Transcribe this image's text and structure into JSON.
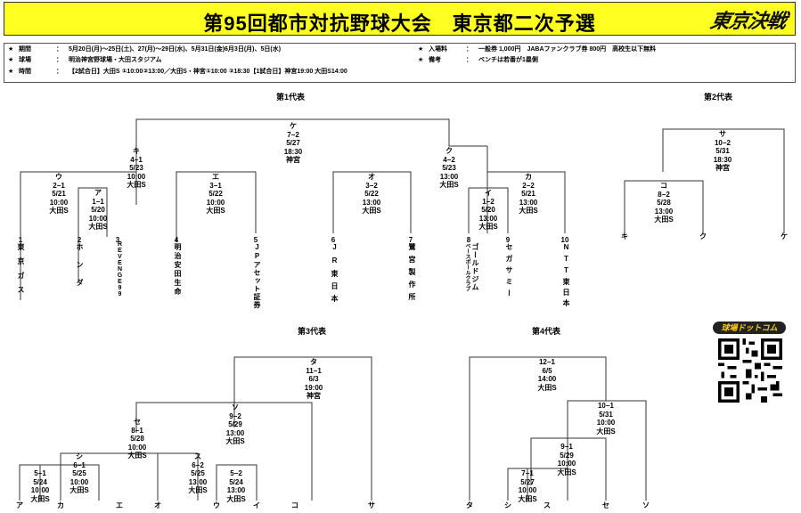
{
  "header": {
    "title": "第95回都市対抗野球大会　東京都二次予選",
    "logo_text": "東京決戦"
  },
  "info": {
    "period_label": "期間",
    "period_value": "5月20日(月)～25日(土)、27(月)～29日(水)、5月31日(金)6月3日(月)、5日(水)",
    "venue_label": "球場",
    "venue_value": "明治神宮野球場・大田スタジアム",
    "time_label": "時間",
    "time_value": "【2試合日】大田S ①10:00②13:00／大田S・神宮①10:00 ②18:30【1試合日】神宮19:00 大田S14:00",
    "admission_label": "入場料",
    "admission_value": "一般券 1,000円　JABAファンクラブ券 800円　高校生以下無料",
    "notes_label": "備考",
    "notes_value": "ベンチは若番が1塁側",
    "star": "★",
    "colon": "："
  },
  "sections": {
    "first": "第1代表",
    "second": "第2代表",
    "third": "第3代表",
    "fourth": "第4代表"
  },
  "teams_b1": [
    "1",
    "東京ガス",
    "2",
    "ホンダ",
    "3",
    "REVENGE99",
    "4",
    "明治安田生命",
    "5",
    "JPアセット証券",
    "6",
    "JR東日本",
    "7",
    "鷺宮製作所",
    "8",
    "ゴールドジム",
    "ベースボールクラブ",
    "9",
    "セガサミー",
    "10",
    "NTT東日本"
  ],
  "teams_b2": [
    "キ",
    "ク",
    "ケ"
  ],
  "teams_b3": [
    "ア",
    "カ",
    "エ",
    "オ",
    "ウ",
    "イ",
    "コ",
    "サ"
  ],
  "teams_b4": [
    "タ",
    "シ",
    "ス",
    "セ",
    "ソ"
  ],
  "games": {
    "A": [
      "ア",
      "1−1",
      "5/20",
      "10:00",
      "大田S"
    ],
    "B": [
      "イ",
      "1−2",
      "5/20",
      "13:00",
      "大田S"
    ],
    "C": [
      "ウ",
      "2−1",
      "5/21",
      "10:00",
      "大田S"
    ],
    "D": [
      "エ",
      "3−1",
      "5/22",
      "10:00",
      "大田S"
    ],
    "E": [
      "オ",
      "3−2",
      "5/22",
      "13:00",
      "大田S"
    ],
    "F": [
      "カ",
      "2−2",
      "5/21",
      "13:00",
      "大田S"
    ],
    "G": [
      "キ",
      "4−1",
      "5/23",
      "10:00",
      "大田S"
    ],
    "H": [
      "ク",
      "4−2",
      "5/23",
      "13:00",
      "大田S"
    ],
    "I": [
      "ケ",
      "7−2",
      "5/27",
      "18:30",
      "神宮"
    ],
    "J": [
      "コ",
      "8−2",
      "5/28",
      "13:00",
      "大田S"
    ],
    "K": [
      "サ",
      "10−2",
      "5/31",
      "18:30",
      "神宮"
    ],
    "L": [
      "シ",
      "6−1",
      "5/25",
      "10:00",
      "大田S"
    ],
    "M": [
      "ス",
      "6−2",
      "5/25",
      "13:00",
      "大田S"
    ],
    "N": [
      "5−1",
      "5/24",
      "10:00",
      "大田S"
    ],
    "O": [
      "5−2",
      "5/24",
      "13:00",
      "大田S"
    ],
    "P": [
      "セ",
      "8−1",
      "5/28",
      "10:00",
      "大田S"
    ],
    "Q": [
      "ソ",
      "9−2",
      "5/29",
      "13:00",
      "大田S"
    ],
    "R": [
      "タ",
      "11−1",
      "6/3",
      "19:00",
      "神宮"
    ],
    "S": [
      "12−1",
      "6/5",
      "14:00",
      "大田S"
    ],
    "T": [
      "10−1",
      "5/31",
      "10:00",
      "大田S"
    ],
    "U": [
      "9−1",
      "5/29",
      "10:00",
      "大田S"
    ],
    "V": [
      "7−1",
      "5/27",
      "10:00",
      "大田S"
    ]
  },
  "badge_text": "球場ドットコム"
}
